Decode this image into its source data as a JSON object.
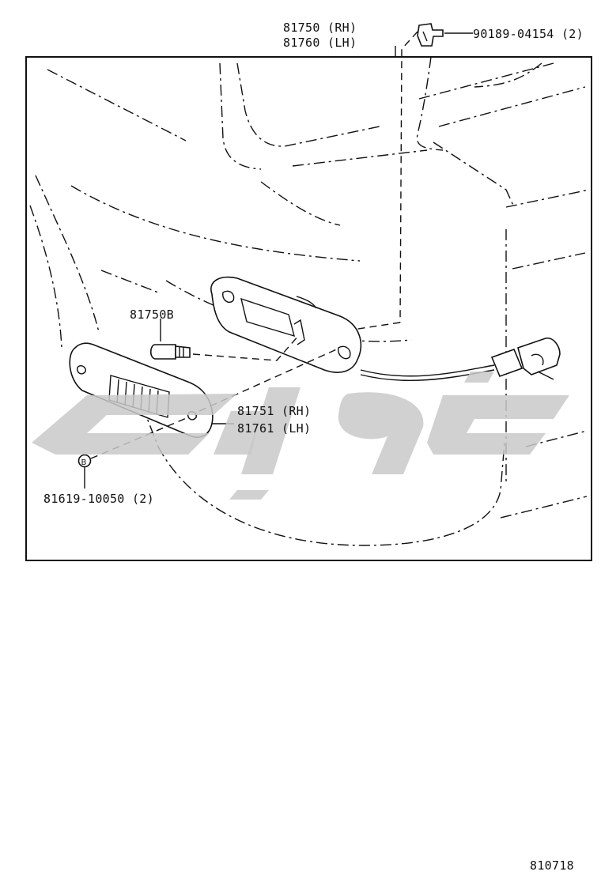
{
  "callouts": {
    "lamp_assy_rh": "81750 (RH)",
    "lamp_assy_lh": "81760 (LH)",
    "clip": "90189-04154 (2)",
    "bulb": "81750B",
    "lens_rh": "81751 (RH)",
    "lens_lh": "81761 (LH)",
    "screw": "81619-10050 (2)"
  },
  "diagram_code": "810718",
  "colors": {
    "line": "#111111",
    "watermark": "#c9c9c9",
    "background": "#ffffff"
  }
}
